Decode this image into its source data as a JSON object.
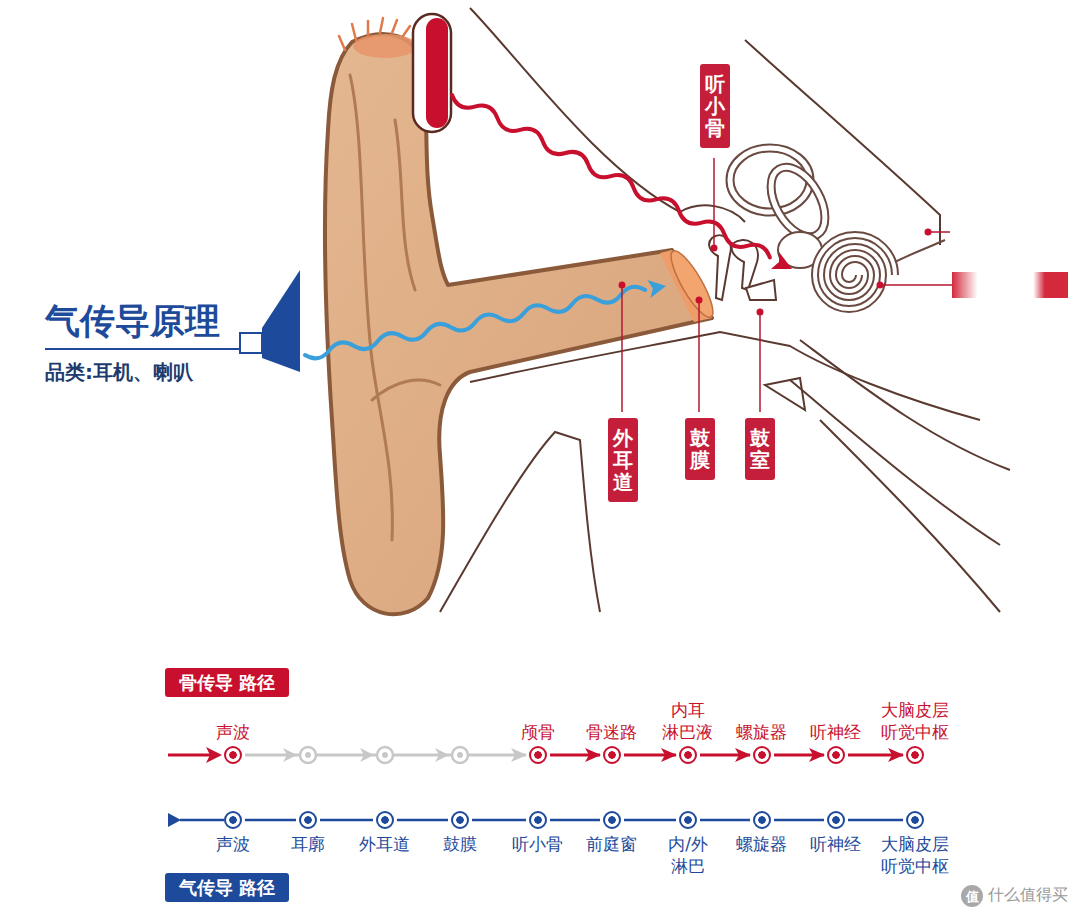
{
  "diagram": {
    "nodes": [
      {
        "text": [
          "听小骨"
        ]
      },
      {
        "text": [
          "外耳道"
        ]
      },
      {
        "text": [
          "鼓膜"
        ]
      },
      {
        "text": [
          "鼓室"
        ]
      },
      {
        "text": [
          "骨传导 路径"
        ]
      },
      {
        "text": [
          "声波"
        ]
      },
      {
        "text": [
          "颅骨"
        ]
      },
      {
        "text": [
          "骨迷路"
        ]
      },
      {
        "text": [
          "内耳 淋巴液"
        ]
      },
      {
        "text": [
          "螺旋器"
        ]
      },
      {
        "text": [
          "听神经"
        ]
      },
      {
        "text": [
          "大脑皮层 听觉中枢"
        ]
      },
      {
        "text": [
          "声波"
        ]
      },
      {
        "text": [
          "耳廓"
        ]
      },
      {
        "text": [
          "外耳道"
        ]
      },
      {
        "text": [
          "鼓膜"
        ]
      },
      {
        "text": [
          "听小骨"
        ]
      },
      {
        "text": [
          "前庭窗"
        ]
      },
      {
        "text": [
          "内/外 淋巴"
        ]
      },
      {
        "text": [
          "螺旋器"
        ]
      },
      {
        "text": [
          "听神经"
        ]
      },
      {
        "text": [
          "大脑皮层 听觉中枢"
        ]
      },
      {
        "text": [
          "气传导 路径"
        ]
      }
    ],
    "edges": [
      {
        "from": 5,
        "to": 6,
        "arrow": "to"
      },
      {
        "from": 6,
        "to": 7,
        "arrow": "to"
      },
      {
        "from": 7,
        "to": 8,
        "arrow": "to"
      },
      {
        "from": 8,
        "to": 9,
        "arrow": "to"
      },
      {
        "from": 9,
        "to": 10,
        "arrow": "to"
      },
      {
        "from": 10,
        "to": 11,
        "arrow": "to"
      },
      {
        "from": 12,
        "to": 13,
        "arrow": "none"
      },
      {
        "from": 13,
        "to": 14,
        "arrow": "none"
      },
      {
        "from": 14,
        "to": 15,
        "arrow": "none"
      },
      {
        "from": 15,
        "to": 16,
        "arrow": "none"
      },
      {
        "from": 16,
        "to": 17,
        "arrow": "none"
      },
      {
        "from": 17,
        "to": 18,
        "arrow": "none"
      },
      {
        "from": 18,
        "to": 19,
        "arrow": "none"
      },
      {
        "from": 19,
        "to": 20,
        "arrow": "none"
      },
      {
        "from": 20,
        "to": 21,
        "arrow": "none"
      }
    ],
    "labels": [
      "气传导原理",
      "品类:耳机、喇叭",
      "值",
      "什么值得买"
    ]
  }
}
